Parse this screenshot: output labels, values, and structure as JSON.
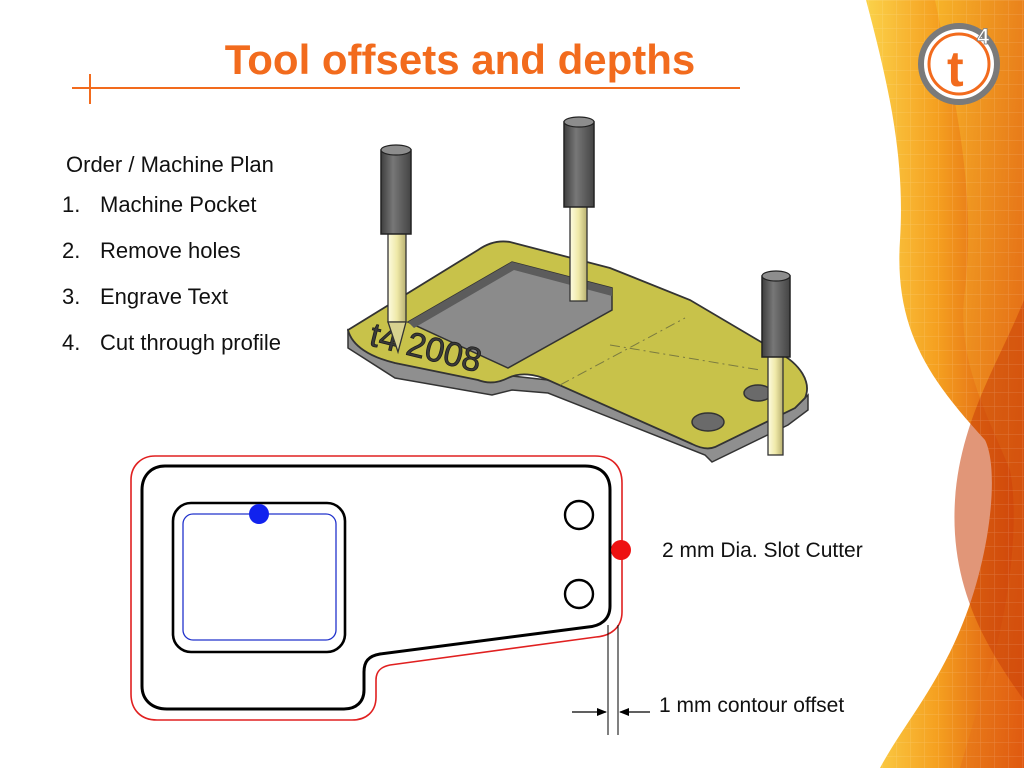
{
  "slide": {
    "title": "Tool offsets and depths"
  },
  "plan": {
    "heading": "Order / Machine Plan",
    "items": [
      {
        "number": "1.",
        "label": "Machine Pocket"
      },
      {
        "number": "2.",
        "label": "Remove holes"
      },
      {
        "number": "3.",
        "label": "Engrave Text"
      },
      {
        "number": "4.",
        "label": "Cut through profile"
      }
    ]
  },
  "illustration": {
    "part_engraving": "t4 2008"
  },
  "diagram": {
    "slot_cutter_label": "2 mm Dia. Slot Cutter",
    "offset_label": "1 mm contour offset"
  },
  "logo": {
    "letter": "t",
    "superscript": "4"
  },
  "colors": {
    "title": "#f26b1d",
    "accent_orange": "#f26b1d",
    "part_yellow": "#c8c24a",
    "contour_red": "#e02020",
    "pocket_blue": "#2233cc",
    "tool_gray": "#5a5a5a"
  }
}
